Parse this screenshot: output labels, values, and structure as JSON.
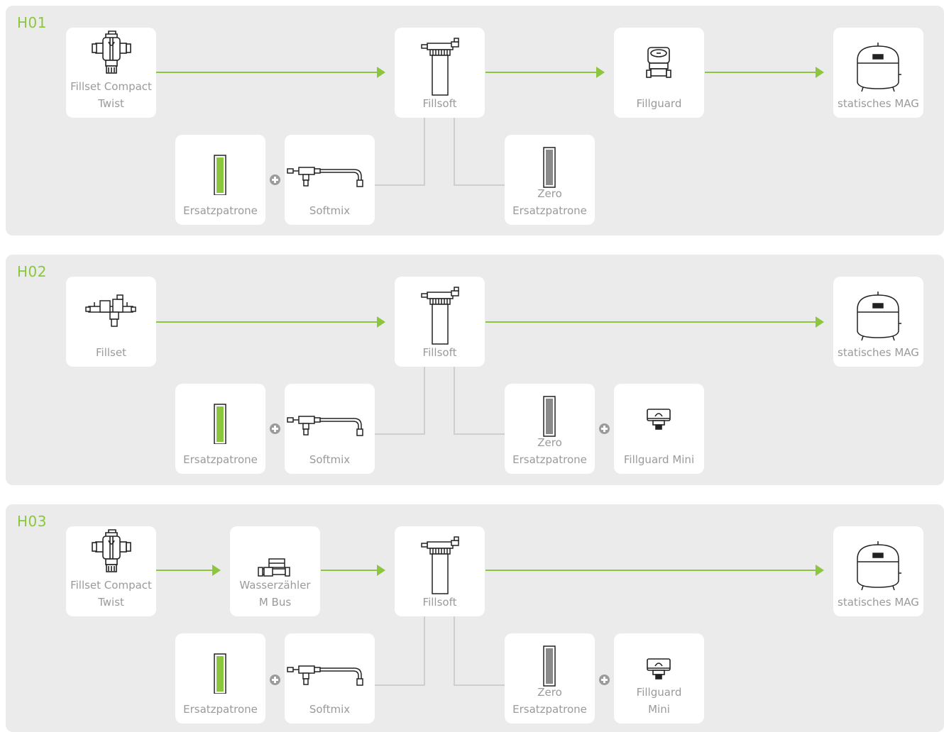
{
  "colors": {
    "accent": "#8cc63f",
    "panel": "#ebebeb",
    "card": "#ffffff",
    "label": "#9a9a9a",
    "line": "#cfcfcf"
  },
  "panels": [
    {
      "title": "H01",
      "cards": {
        "source": [
          "Fillset Compact",
          "Twist"
        ],
        "fillsoft": [
          "Fillsoft"
        ],
        "fillguard": [
          "Fillguard"
        ],
        "mag": [
          "statisches MAG"
        ],
        "ersatz": [
          "Ersatzpatrone"
        ],
        "softmix": [
          "Softmix"
        ],
        "zero": [
          "Zero",
          "Ersatzpatrone"
        ]
      }
    },
    {
      "title": "H02",
      "cards": {
        "source": [
          "Fillset"
        ],
        "fillsoft": [
          "Fillsoft"
        ],
        "mag": [
          "statisches MAG"
        ],
        "ersatz": [
          "Ersatzpatrone"
        ],
        "softmix": [
          "Softmix"
        ],
        "zero": [
          "Zero",
          "Ersatzpatrone"
        ],
        "mini": [
          "Fillguard Mini"
        ]
      }
    },
    {
      "title": "H03",
      "cards": {
        "source": [
          "Fillset Compact",
          "Twist"
        ],
        "meter": [
          "Wasserzähler",
          "M Bus"
        ],
        "fillsoft": [
          "Fillsoft"
        ],
        "mag": [
          "statisches MAG"
        ],
        "ersatz": [
          "Ersatzpatrone"
        ],
        "softmix": [
          "Softmix"
        ],
        "zero": [
          "Zero",
          "Ersatzpatrone"
        ],
        "mini": [
          "Fillguard",
          "Mini"
        ]
      }
    }
  ],
  "icons": {
    "source": "fillset-valve-icon",
    "fillset": "fillset-valve-icon",
    "fillsoft": "filter-cartridge-icon",
    "fillguard": "fillguard-meter-icon",
    "mag": "expansion-vessel-icon",
    "ersatz": "green-cartridge-icon",
    "softmix": "softmix-pipe-icon",
    "zero": "grey-cartridge-icon",
    "mini": "fillguard-mini-icon",
    "meter": "water-meter-icon",
    "plus": "plus-icon",
    "arrow": "arrow-right-icon"
  }
}
